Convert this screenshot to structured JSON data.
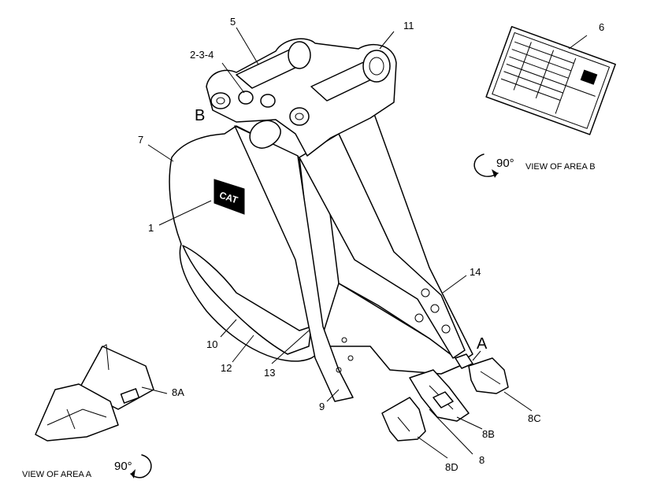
{
  "callouts": {
    "c1": "1",
    "c234": "2-3-4",
    "c5": "5",
    "c6": "6",
    "c7": "7",
    "c8": "8",
    "c8a": "8A",
    "c8b": "8B",
    "c8c": "8C",
    "c8d": "8D",
    "c9": "9",
    "c10": "10",
    "c11": "11",
    "c12": "12",
    "c13": "13",
    "c14": "14"
  },
  "areas": {
    "a": "A",
    "b": "B"
  },
  "views": {
    "area_a_caption": "VIEW OF AREA  A",
    "area_b_caption": "VIEW OF AREA  B",
    "rotation": "90°"
  },
  "logo_text": "CAT"
}
